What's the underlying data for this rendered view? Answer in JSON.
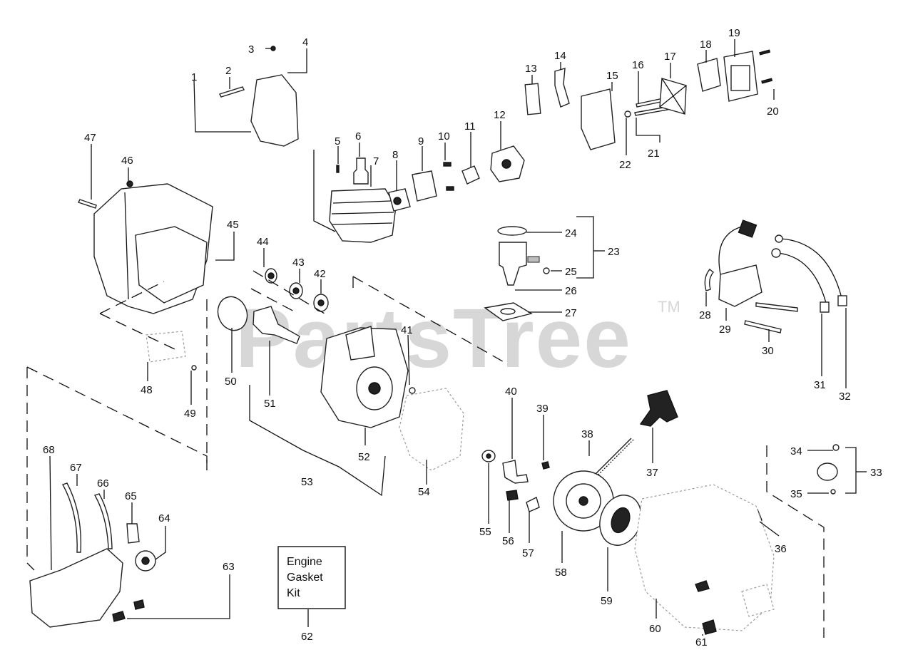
{
  "watermark": {
    "text": "PartsTree",
    "trademark": "TM"
  },
  "kit_box": {
    "line1": "Engine",
    "line2": "Gasket",
    "line3": "Kit",
    "ref": "62"
  },
  "callouts": [
    "1",
    "2",
    "3",
    "4",
    "5",
    "6",
    "7",
    "8",
    "9",
    "10",
    "11",
    "12",
    "13",
    "14",
    "15",
    "16",
    "17",
    "18",
    "19",
    "20",
    "21",
    "22",
    "23",
    "24",
    "25",
    "26",
    "27",
    "28",
    "29",
    "30",
    "31",
    "32",
    "33",
    "34",
    "35",
    "36",
    "37",
    "38",
    "39",
    "40",
    "41",
    "42",
    "43",
    "44",
    "45",
    "46",
    "47",
    "48",
    "49",
    "50",
    "51",
    "52",
    "53",
    "54",
    "55",
    "56",
    "57",
    "58",
    "59",
    "60",
    "61",
    "63",
    "64",
    "65",
    "66",
    "67",
    "68"
  ],
  "colors": {
    "line": "#111111",
    "watermark": "#d7d7d7",
    "background": "#ffffff"
  }
}
